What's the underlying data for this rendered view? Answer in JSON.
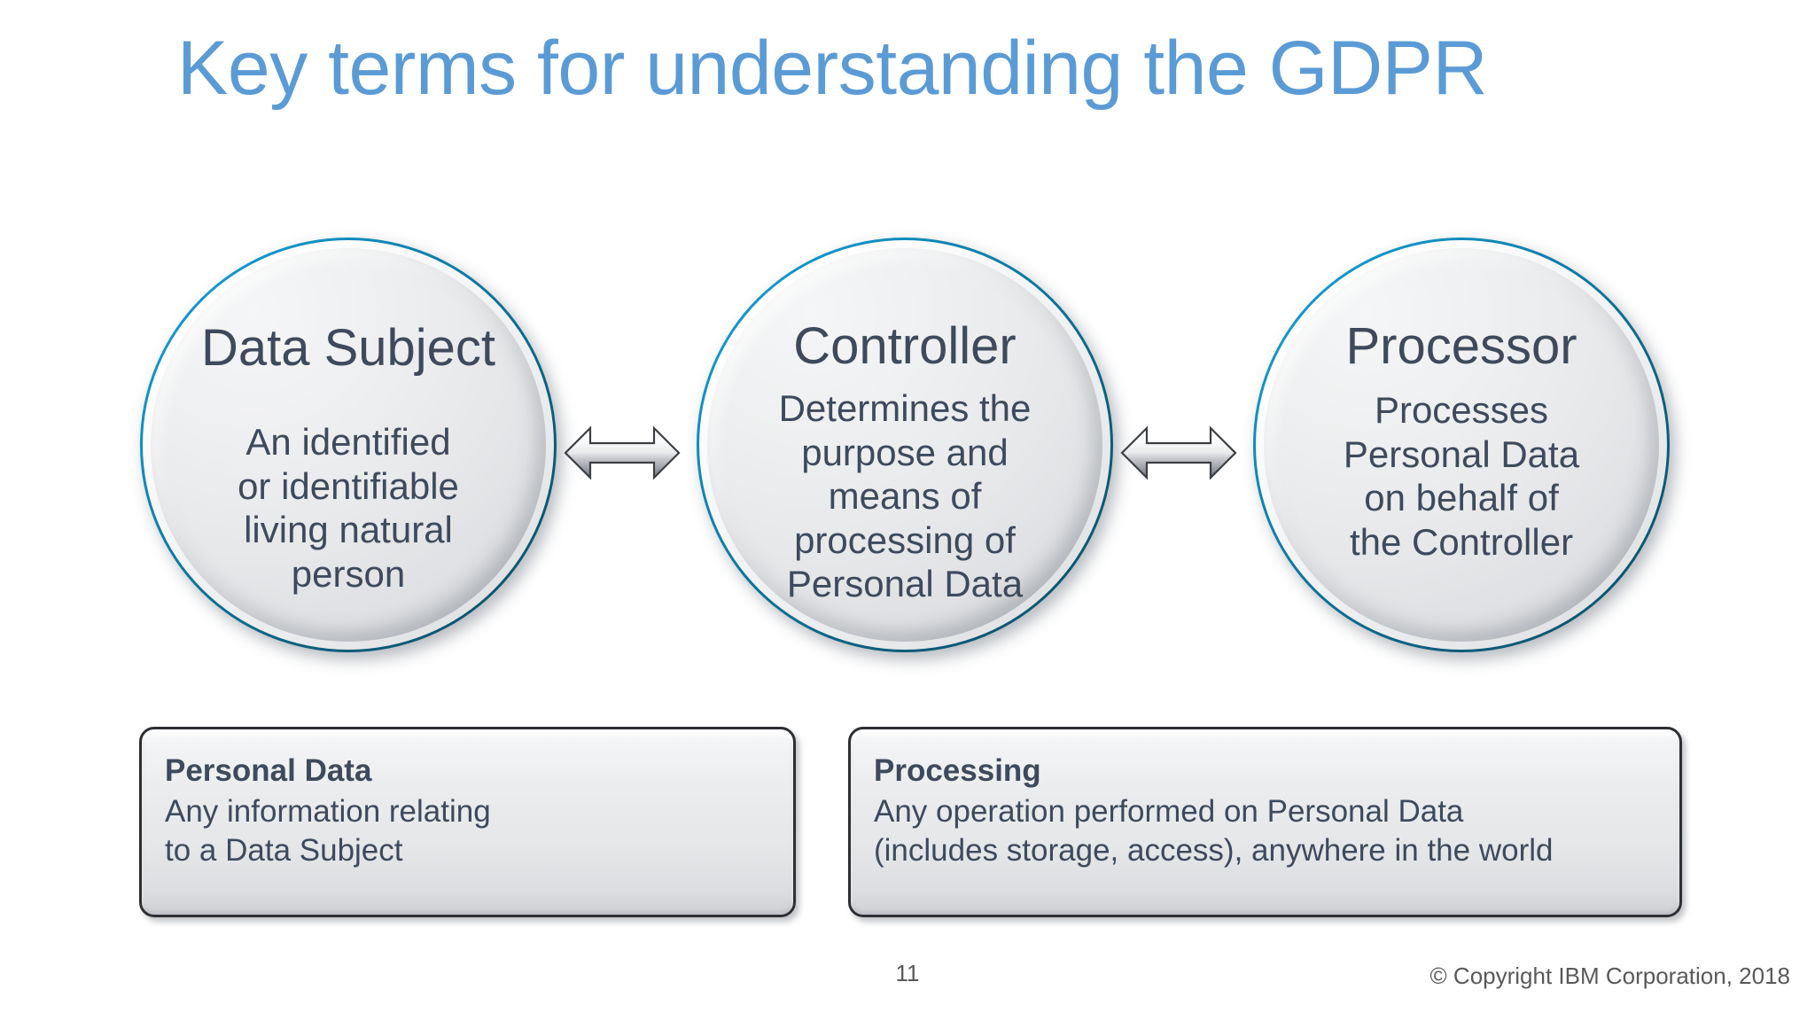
{
  "slide": {
    "title": "Key terms for understanding the GDPR",
    "page_number": "11",
    "copyright": "© Copyright IBM Corporation, 2018",
    "colors": {
      "title_blue": "#5B9BD5",
      "text_slate": "#3E4A5C",
      "ring_cyan": "#14A8E0",
      "ring_teal_dark": "#0D4F66",
      "shape_fill": "#E7E8EA",
      "box_border": "#2D2F33",
      "footer_gray": "#595959"
    }
  },
  "circles": [
    {
      "id": "data-subject",
      "heading": "Data Subject",
      "body": "An identified\nor identifiable\nliving natural\nperson",
      "body_lines": [
        "An identified",
        "or identifiable",
        "living natural",
        "person"
      ]
    },
    {
      "id": "controller",
      "heading": "Controller",
      "body": "Determines the\npurpose and\nmeans of\nprocessing of\nPersonal Data",
      "body_lines": [
        "Determines the",
        "purpose and",
        "means of",
        "processing of",
        "Personal Data"
      ]
    },
    {
      "id": "processor",
      "heading": "Processor",
      "body": "Processes\nPersonal Data\non behalf of\nthe Controller",
      "body_lines": [
        "Processes",
        "Personal Data",
        "on behalf of",
        "the Controller"
      ]
    }
  ],
  "connectors": [
    {
      "id": "data-subject-to-controller",
      "icon": "double-headed-arrow"
    },
    {
      "id": "controller-to-processor",
      "icon": "double-headed-arrow"
    }
  ],
  "definition_boxes": [
    {
      "id": "personal-data",
      "title": "Personal Data",
      "lines": [
        "Any information relating",
        "to a Data Subject"
      ]
    },
    {
      "id": "processing",
      "title": "Processing",
      "lines": [
        "Any operation performed on Personal Data",
        "(includes storage, access), anywhere in the world"
      ]
    }
  ]
}
